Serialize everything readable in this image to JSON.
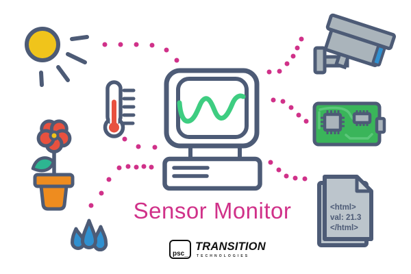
{
  "title": "Sensor Monitor",
  "documents": {
    "line1": "<html>",
    "line2": "val: 21.3",
    "line3": "</html>"
  },
  "logo": {
    "monogram": "psc_",
    "brand": "TRANSITION",
    "subtitle": "TECHNOLOGIES"
  },
  "icons": [
    "sun-icon",
    "thermometer-icon",
    "flower-pot-icon",
    "water-drops-icon",
    "computer-monitor-icon",
    "security-camera-icon",
    "circuit-board-icon",
    "html-document-icon"
  ],
  "colors": {
    "outline": "#4d5b76",
    "magenta": "#d03189",
    "sun": "#f0c41b",
    "red": "#e8513f",
    "orange": "#ee8c1f",
    "water": "#3090d0",
    "wave": "#3ecd81",
    "board": "#3ab55a",
    "trace": "#5cc77a",
    "gray": "#aab4bb",
    "paper": "#bcc5cc",
    "fold": "#d3dade"
  }
}
